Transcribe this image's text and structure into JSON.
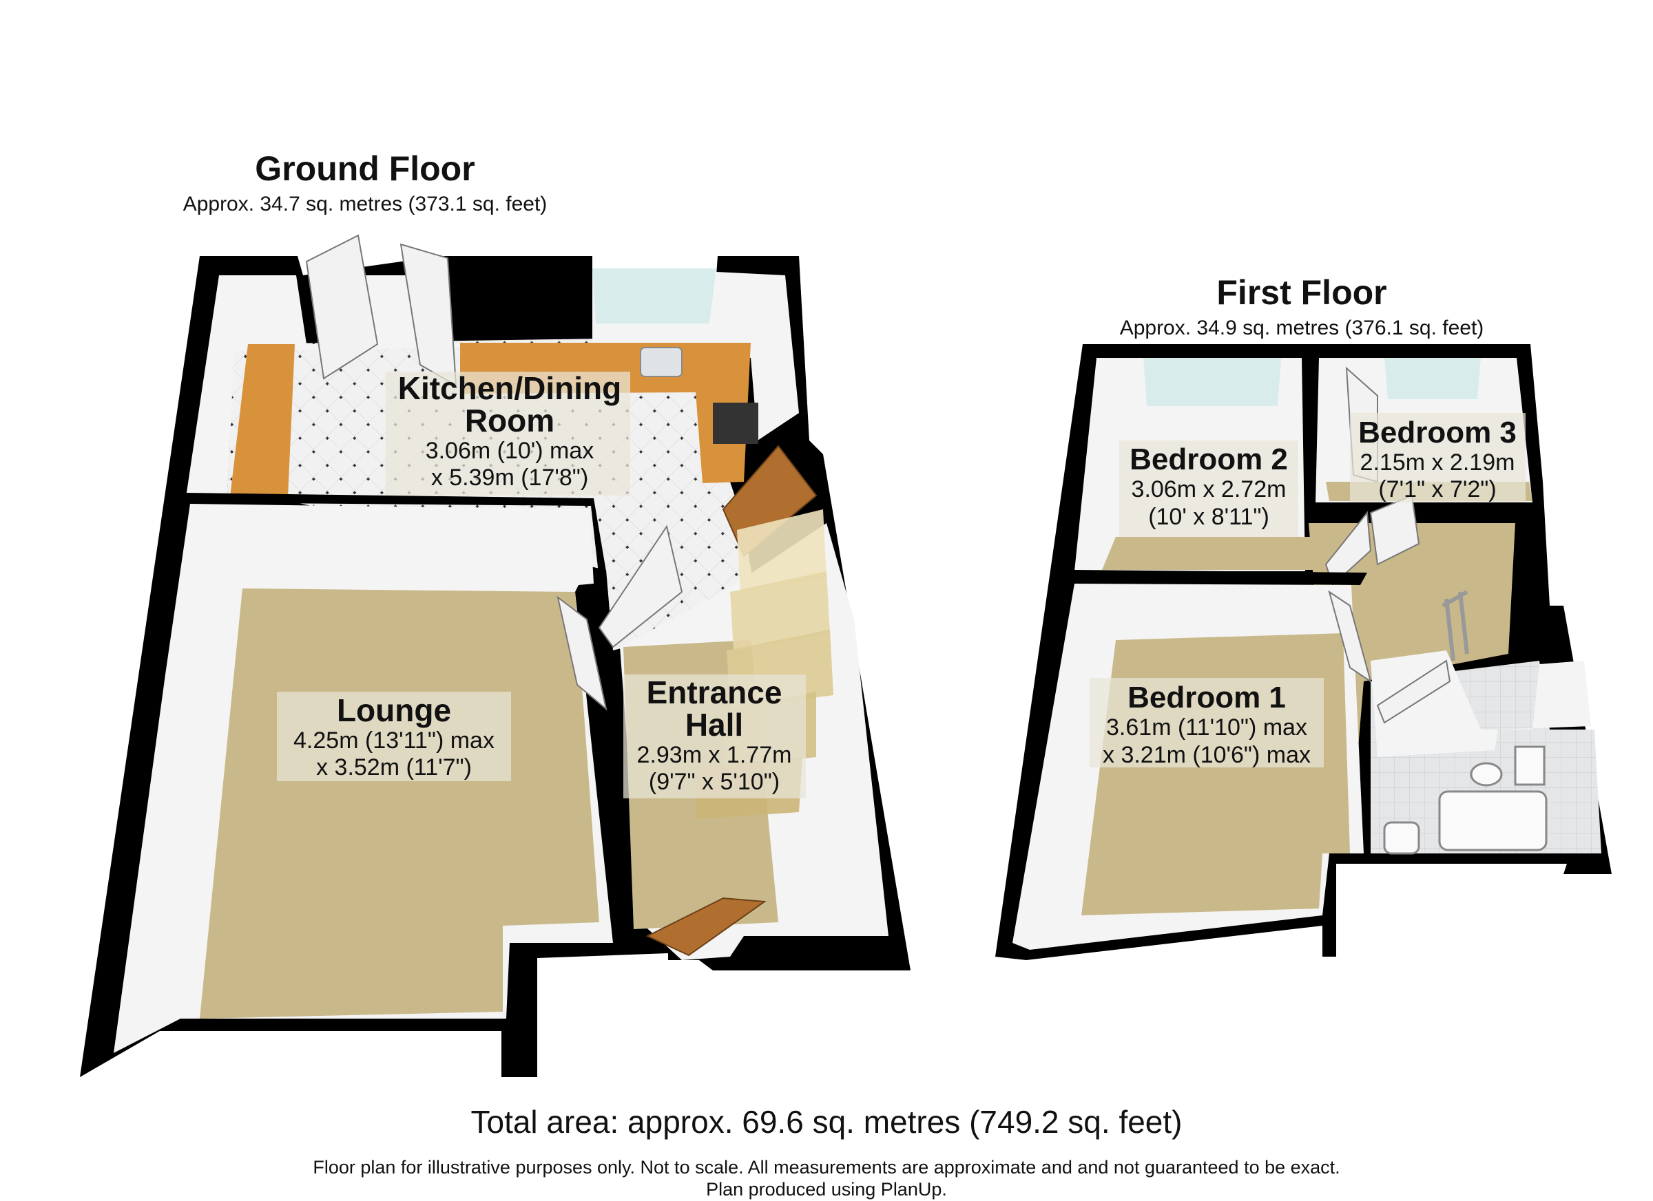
{
  "ground_floor": {
    "title": "Ground Floor",
    "area": "Approx. 34.7 sq. metres (373.1 sq. feet)",
    "rooms": [
      {
        "name_lines": [
          "Kitchen/Dining",
          "Room"
        ],
        "dims": [
          "3.06m (10') max",
          "x 5.39m (17'8\")"
        ]
      },
      {
        "name_lines": [
          "Lounge"
        ],
        "dims": [
          "4.25m (13'11\") max",
          "x 3.52m (11'7\")"
        ]
      },
      {
        "name_lines": [
          "Entrance",
          "Hall"
        ],
        "dims": [
          "2.93m x 1.77m",
          "(9'7\" x 5'10\")"
        ]
      }
    ]
  },
  "first_floor": {
    "title": "First Floor",
    "area": "Approx. 34.9 sq. metres (376.1 sq. feet)",
    "rooms": [
      {
        "name_lines": [
          "Bedroom 2"
        ],
        "dims": [
          "3.06m x 2.72m",
          "(10' x 8'11\")"
        ]
      },
      {
        "name_lines": [
          "Bedroom 3"
        ],
        "dims": [
          "2.15m x 2.19m",
          "(7'1\" x 7'2\")"
        ]
      },
      {
        "name_lines": [
          "Bedroom 1"
        ],
        "dims": [
          "3.61m (11'10\") max",
          "x 3.21m (10'6\") max"
        ]
      }
    ]
  },
  "footer": {
    "total": "Total area: approx. 69.6 sq. metres (749.2 sq. feet)",
    "disclaimer_line1": "Floor plan for illustrative purposes only. Not to scale. All measurements are approximate and and not guaranteed to be exact.",
    "disclaimer_line2": "Plan produced using PlanUp."
  }
}
